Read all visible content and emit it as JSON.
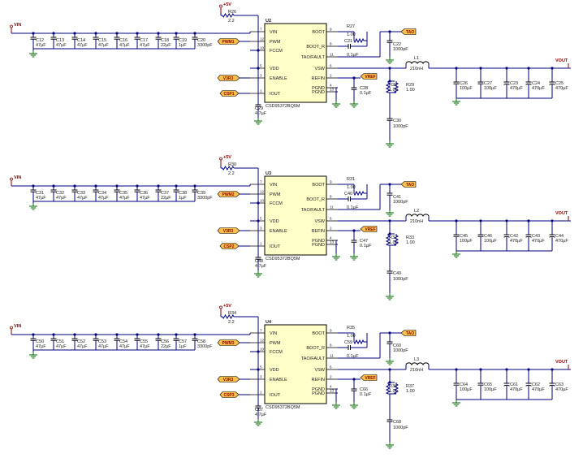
{
  "nets": {
    "vin": "VIN",
    "vout": "VOUT",
    "p5v": "+5V"
  },
  "stages": [
    {
      "id": "stage-1",
      "ic": {
        "ref": "U2",
        "part": "CSD95372BQ5M"
      },
      "pins_left": [
        {
          "num": "7",
          "name": "VIN"
        },
        {
          "num": "12",
          "name": "PWM"
        },
        {
          "num": "10",
          "name": "FCCM"
        },
        {
          "num": "5",
          "name": "VDD"
        },
        {
          "num": "3",
          "name": "ENABLE"
        },
        {
          "num": "1",
          "name": "IOUT"
        }
      ],
      "pins_right": [
        {
          "num": "9",
          "name": "BOOT"
        },
        {
          "num": "8",
          "name": "BOOT_R"
        },
        {
          "num": "11",
          "name": "TAO/FAULT"
        },
        {
          "num": "6",
          "name": "VSW"
        },
        {
          "num": "2",
          "name": "REFIN"
        },
        {
          "num": "4",
          "name": "PGND"
        },
        {
          "num": "13",
          "name": "PGND"
        }
      ],
      "pull_res": {
        "ref": "R26",
        "value": "2.2"
      },
      "boot_res": {
        "ref": "R27",
        "value": "1.00"
      },
      "boot_cap": {
        "ref": "C21",
        "value": "0.1µF"
      },
      "tao_cap": {
        "ref": "C22",
        "value": "1000pF"
      },
      "inductor": {
        "ref": "L1",
        "value": "210nH"
      },
      "refin_cap": {
        "ref": "C28",
        "value": "0.1µF"
      },
      "refin_res_a": {
        "ref": "R28",
        "value": "1.00"
      },
      "refin_res_b": {
        "ref": "R29",
        "value": "1.00"
      },
      "snub_cap": {
        "ref": "C30",
        "value": "1000pF"
      },
      "vdd_cap": {
        "ref": "C29",
        "value": "4.7µF"
      },
      "input_caps": [
        {
          "ref": "C12",
          "value": "47µF"
        },
        {
          "ref": "C13",
          "value": "47µF"
        },
        {
          "ref": "C14",
          "value": "47µF"
        },
        {
          "ref": "C15",
          "value": "47µF"
        },
        {
          "ref": "C16",
          "value": "47µF"
        },
        {
          "ref": "C17",
          "value": "47µF"
        },
        {
          "ref": "C18",
          "value": "22µF"
        },
        {
          "ref": "C19",
          "value": "1µF"
        },
        {
          "ref": "C20",
          "value": "3300pF"
        }
      ],
      "output_caps": [
        {
          "ref": "C26",
          "value": "100µF"
        },
        {
          "ref": "C27",
          "value": "100µF"
        },
        {
          "ref": "C23",
          "value": "470µF"
        },
        {
          "ref": "C24",
          "value": "470µF"
        },
        {
          "ref": "C25",
          "value": "470µF"
        }
      ],
      "tags": {
        "pwm": "PWM1",
        "v3r3": "V3R3",
        "csp": "CSP1",
        "tao": "TAO",
        "vref": "VREF"
      }
    },
    {
      "id": "stage-2",
      "ic": {
        "ref": "U3",
        "part": "CSD95372BQ5M"
      },
      "pins_left": [
        {
          "num": "7",
          "name": "VIN"
        },
        {
          "num": "12",
          "name": "PWM"
        },
        {
          "num": "10",
          "name": "FCCM"
        },
        {
          "num": "5",
          "name": "VDD"
        },
        {
          "num": "3",
          "name": "ENABLE"
        },
        {
          "num": "1",
          "name": "IOUT"
        }
      ],
      "pins_right": [
        {
          "num": "9",
          "name": "BOOT"
        },
        {
          "num": "8",
          "name": "BOOT_R"
        },
        {
          "num": "11",
          "name": "TAO/FAULT"
        },
        {
          "num": "6",
          "name": "VSW"
        },
        {
          "num": "2",
          "name": "REFIN"
        },
        {
          "num": "4",
          "name": "PGND"
        },
        {
          "num": "13",
          "name": "PGND"
        }
      ],
      "pull_res": {
        "ref": "R30",
        "value": "2.2"
      },
      "boot_res": {
        "ref": "R31",
        "value": "1.00"
      },
      "boot_cap": {
        "ref": "C40",
        "value": "0.1µF"
      },
      "tao_cap": {
        "ref": "C41",
        "value": "1000pF"
      },
      "inductor": {
        "ref": "L2",
        "value": "210nH"
      },
      "refin_cap": {
        "ref": "C47",
        "value": "0.1µF"
      },
      "refin_res_a": {
        "ref": "R32",
        "value": "1.00"
      },
      "refin_res_b": {
        "ref": "R33",
        "value": "1.00"
      },
      "snub_cap": {
        "ref": "C49",
        "value": "1000pF"
      },
      "vdd_cap": {
        "ref": "C48",
        "value": "4.7µF"
      },
      "input_caps": [
        {
          "ref": "C31",
          "value": "47µF"
        },
        {
          "ref": "C32",
          "value": "47µF"
        },
        {
          "ref": "C33",
          "value": "47µF"
        },
        {
          "ref": "C34",
          "value": "47µF"
        },
        {
          "ref": "C35",
          "value": "47µF"
        },
        {
          "ref": "C36",
          "value": "47µF"
        },
        {
          "ref": "C37",
          "value": "22µF"
        },
        {
          "ref": "C38",
          "value": "1µF"
        },
        {
          "ref": "C39",
          "value": "3300pF"
        }
      ],
      "output_caps": [
        {
          "ref": "C45",
          "value": "100µF"
        },
        {
          "ref": "C46",
          "value": "100µF"
        },
        {
          "ref": "C42",
          "value": "470µF"
        },
        {
          "ref": "C43",
          "value": "470µF"
        },
        {
          "ref": "C44",
          "value": "470µF"
        }
      ],
      "tags": {
        "pwm": "PWM2",
        "v3r3": "V3R3",
        "csp": "CSP2",
        "tao": "TAO",
        "vref": "VREF"
      }
    },
    {
      "id": "stage-3",
      "ic": {
        "ref": "U4",
        "part": "CSD95372BQ5M"
      },
      "pins_left": [
        {
          "num": "7",
          "name": "VIN"
        },
        {
          "num": "12",
          "name": "PWM"
        },
        {
          "num": "10",
          "name": "FCCM"
        },
        {
          "num": "5",
          "name": "VDD"
        },
        {
          "num": "3",
          "name": "ENABLE"
        },
        {
          "num": "1",
          "name": "IOUT"
        }
      ],
      "pins_right": [
        {
          "num": "9",
          "name": "BOOT"
        },
        {
          "num": "8",
          "name": "BOOT_R"
        },
        {
          "num": "11",
          "name": "TAO/FAULT"
        },
        {
          "num": "6",
          "name": "VSW"
        },
        {
          "num": "2",
          "name": "REFIN"
        },
        {
          "num": "4",
          "name": "PGND"
        },
        {
          "num": "13",
          "name": "PGND"
        }
      ],
      "pull_res": {
        "ref": "R34",
        "value": "2.2"
      },
      "boot_res": {
        "ref": "R35",
        "value": "1.00"
      },
      "boot_cap": {
        "ref": "C59",
        "value": "0.1µF"
      },
      "tao_cap": {
        "ref": "C60",
        "value": "1000pF"
      },
      "inductor": {
        "ref": "L3",
        "value": "210nH"
      },
      "refin_cap": {
        "ref": "C66",
        "value": "0.1µF"
      },
      "refin_res_a": {
        "ref": "R36",
        "value": "1.00"
      },
      "refin_res_b": {
        "ref": "R37",
        "value": "1.00"
      },
      "snub_cap": {
        "ref": "C68",
        "value": "1000pF"
      },
      "vdd_cap": {
        "ref": "C67",
        "value": "4.7µF"
      },
      "input_caps": [
        {
          "ref": "C50",
          "value": "47µF"
        },
        {
          "ref": "C51",
          "value": "47µF"
        },
        {
          "ref": "C52",
          "value": "47µF"
        },
        {
          "ref": "C53",
          "value": "47µF"
        },
        {
          "ref": "C54",
          "value": "47µF"
        },
        {
          "ref": "C55",
          "value": "47µF"
        },
        {
          "ref": "C56",
          "value": "22µF"
        },
        {
          "ref": "C57",
          "value": "1µF"
        },
        {
          "ref": "C58",
          "value": "3300pF"
        }
      ],
      "output_caps": [
        {
          "ref": "C64",
          "value": "100µF"
        },
        {
          "ref": "C65",
          "value": "100µF"
        },
        {
          "ref": "C61",
          "value": "470µF"
        },
        {
          "ref": "C62",
          "value": "470µF"
        },
        {
          "ref": "C63",
          "value": "470µF"
        }
      ],
      "tags": {
        "pwm": "PWM3",
        "v3r3": "V3R3",
        "csp": "CSP3",
        "tao": "TAO",
        "vref": "VREF"
      }
    }
  ]
}
